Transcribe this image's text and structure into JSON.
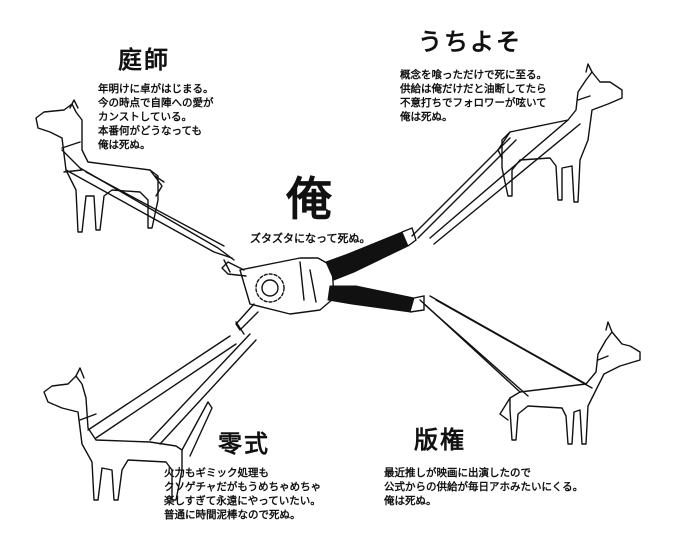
{
  "center": {
    "title": "俺",
    "caption": "ズタズタになって死ぬ。"
  },
  "top_left": {
    "title": "庭師",
    "lines": [
      "年明けに卓がはじまる。",
      "今の時点で自陣への愛が",
      "カンストしている。",
      "本番何がどうなっても",
      "俺は死ぬ。"
    ]
  },
  "top_right": {
    "title": "うちよそ",
    "lines": [
      "概念を喰っただけで死に至る。",
      "供給は俺だけだと油断してたら",
      "不意打ちでフォロワーが呟いて",
      "俺は死ぬ。"
    ]
  },
  "bottom_left": {
    "title": "零式",
    "lines": [
      "火力もギミック処理も",
      "クソゲチャだがもうめちゃめちゃ",
      "楽しすぎて永遠にやっていたい。",
      "普通に時間泥棒なので死ぬ。"
    ]
  },
  "bottom_right": {
    "title": "版権",
    "lines": [
      "最近推しが映画に出演したので",
      "公式からの供給が毎日アホみたいにくる。",
      "俺は死ぬ。"
    ]
  }
}
